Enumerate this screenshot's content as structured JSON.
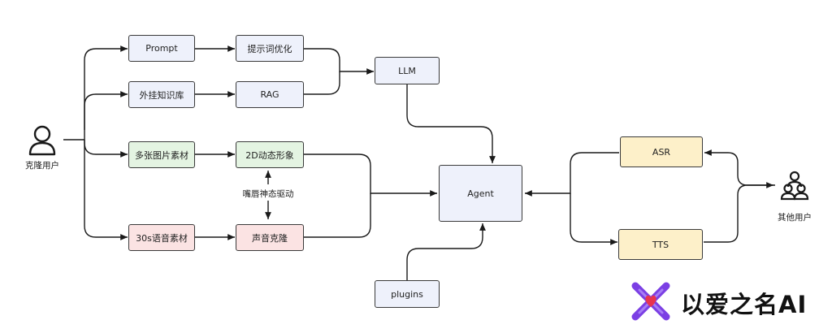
{
  "nodes": {
    "prompt": "Prompt",
    "prompt_opt": "提示词优化",
    "kb": "外挂知识库",
    "rag": "RAG",
    "llm": "LLM",
    "images": "多张图片素材",
    "avatar2d": "2D动态形象",
    "lip": "嘴唇神态驱动",
    "audio": "30s语音素材",
    "voice_clone": "声音克隆",
    "agent": "Agent",
    "plugins": "plugins",
    "asr": "ASR",
    "tts": "TTS"
  },
  "actors": {
    "left": "克隆用户",
    "right": "其他用户"
  },
  "brand": {
    "text": "以爱之名AI",
    "logo_color": "#7b3fe4",
    "heart_color": "#e8344f"
  },
  "colors": {
    "blue": "#eef1fb",
    "green": "#e4f4e2",
    "pink": "#fbe3e3",
    "yellow": "#fdf0c9",
    "line": "#1a1a1a"
  }
}
